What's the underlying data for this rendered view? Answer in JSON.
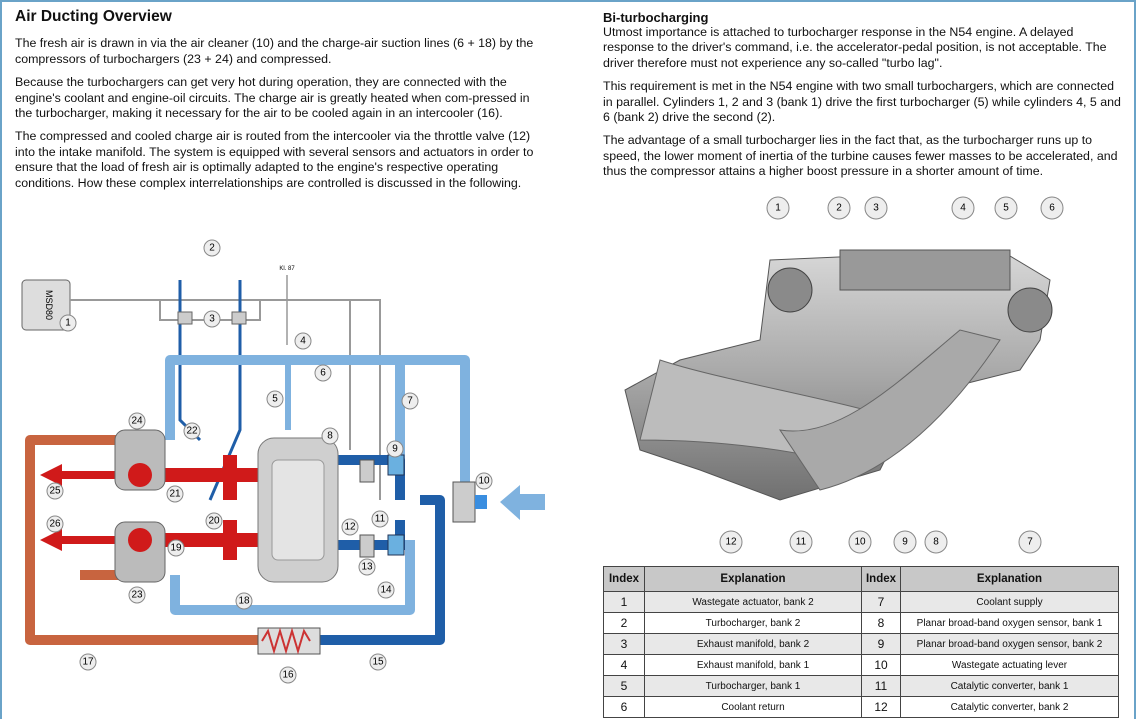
{
  "left": {
    "title": "Air Ducting Overview",
    "paragraphs": [
      "The fresh air is drawn in via the air cleaner (10) and the charge-air suction lines (6 + 18) by the compressors of turbochargers (23 + 24) and compressed.",
      "Because the turbochargers can get very hot during operation, they are connected with the engine's coolant and engine-oil circuits.  The charge air is greatly heated when com-pressed in the turbocharger, making it necessary for the air to be cooled again in an intercooler (16).",
      "The compressed and cooled charge air is routed from the intercooler via the throttle valve (12) into the intake manifold.  The system is equipped with several sensors and actuators in order to ensure that the load of fresh air is optimally adapted to the engine's respective operating conditions. How these complex interrelationships are controlled is discussed in the following."
    ]
  },
  "diagram": {
    "ecu_label": "MSD80",
    "terminal_label": "Kl. 87",
    "callouts": [
      "1",
      "2",
      "3",
      "4",
      "5",
      "6",
      "7",
      "8",
      "9",
      "10",
      "11",
      "12",
      "13",
      "14",
      "15",
      "16",
      "17",
      "18",
      "19",
      "20",
      "21",
      "22",
      "23",
      "24",
      "25",
      "26"
    ]
  },
  "right": {
    "title": "Bi-turbocharging",
    "paragraphs": [
      "Utmost importance is attached to turbocharger response in the N54 engine.  A delayed response to the driver's command, i.e. the accelerator-pedal position, is not acceptable. The driver therefore must not experience any so-called \"turbo lag\".",
      "This requirement is met in the N54 engine with two small turbochargers, which are connected in parallel.  Cylinders 1, 2 and 3 (bank 1) drive the first turbocharger (5) while cylinders 4, 5 and 6 (bank 2) drive the second (2).",
      "The advantage of a small turbocharger lies in the fact that, as the turbocharger runs up to speed, the lower moment of inertia of the turbine causes fewer masses to be accelerated, and thus the compressor attains a higher boost pressure in a shorter amount of time."
    ]
  },
  "photo": {
    "top_callouts": [
      "1",
      "2",
      "3",
      "4",
      "5",
      "6"
    ],
    "bottom_callouts": [
      "12",
      "11",
      "10",
      "9",
      "8",
      "7"
    ]
  },
  "table": {
    "headers": [
      "Index",
      "Explanation",
      "Index",
      "Explanation"
    ],
    "rows": [
      [
        "1",
        "Wastegate actuator, bank 2",
        "7",
        "Coolant supply"
      ],
      [
        "2",
        "Turbocharger, bank 2",
        "8",
        "Planar broad-band oxygen sensor, bank 1"
      ],
      [
        "3",
        "Exhaust manifold, bank 2",
        "9",
        "Planar broad-band oxygen sensor, bank 2"
      ],
      [
        "4",
        "Exhaust manifold, bank 1",
        "10",
        "Wastegate actuating lever"
      ],
      [
        "5",
        "Turbocharger, bank 1",
        "11",
        "Catalytic converter, bank 1"
      ],
      [
        "6",
        "Coolant return",
        "12",
        "Catalytic converter, bank 2"
      ]
    ]
  },
  "colors": {
    "cold_pipe": "#7fb2df",
    "charge_pipe": "#1f5ea8",
    "hot_pipe": "#c8643f",
    "exhaust": "#d01a1a",
    "border": "#6aa3c8"
  }
}
